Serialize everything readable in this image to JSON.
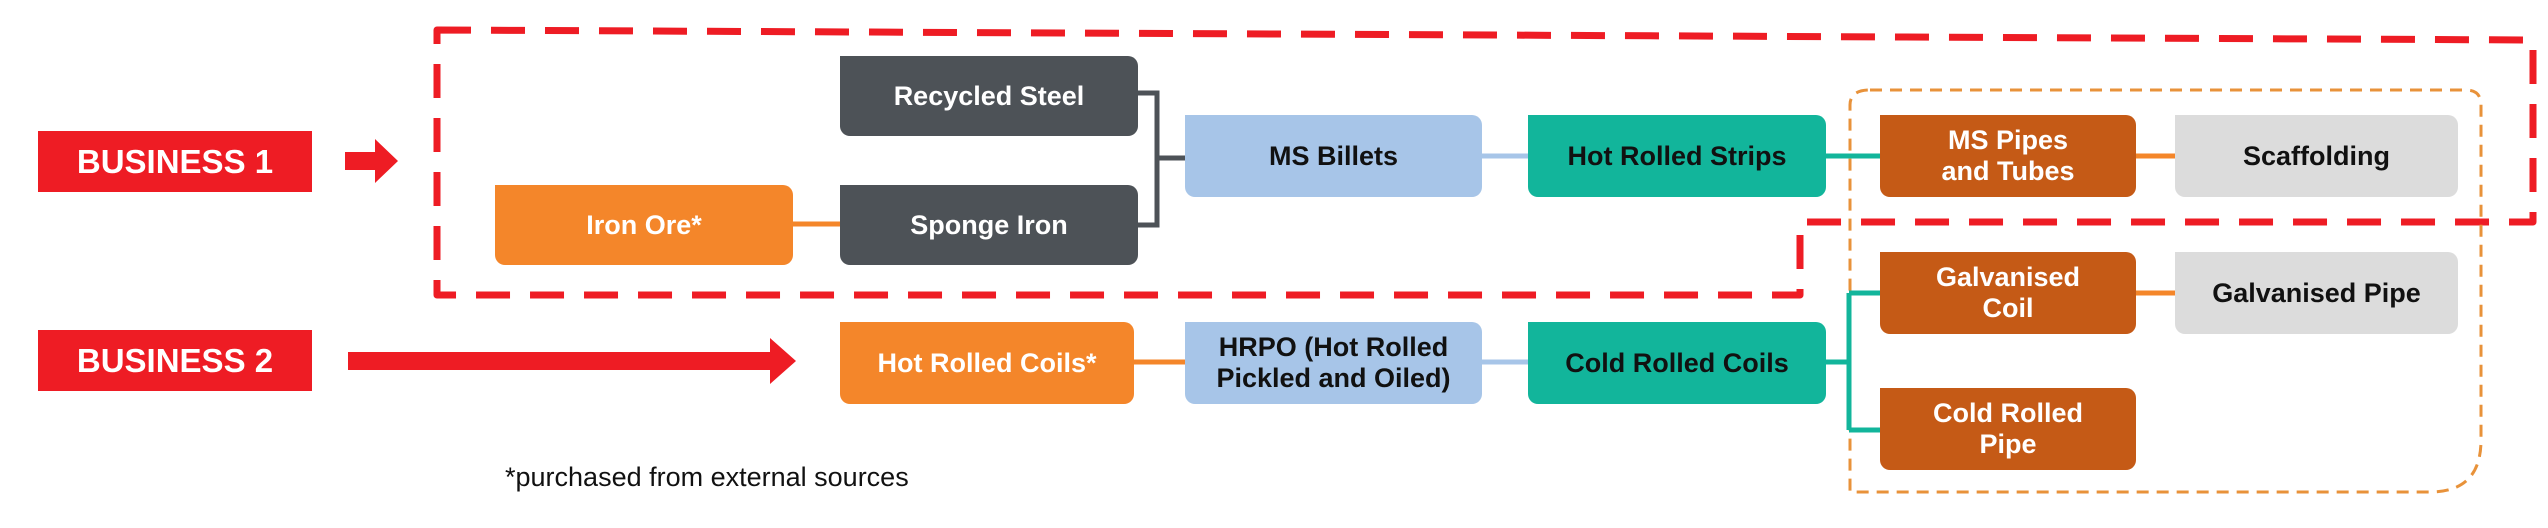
{
  "businesses": [
    {
      "label": "BUSINESS 1"
    },
    {
      "label": "BUSINESS 2"
    }
  ],
  "nodes": {
    "recycled_steel": "Recycled Steel",
    "iron_ore": "Iron Ore*",
    "sponge_iron": "Sponge Iron",
    "ms_billets": "MS Billets",
    "hot_rolled_strips": "Hot Rolled Strips",
    "ms_pipes": "MS Pipes\nand Tubes",
    "scaffolding": "Scaffolding",
    "hot_rolled_coils": "Hot Rolled Coils*",
    "hrpo": "HRPO (Hot Rolled\nPickled and Oiled)",
    "cold_rolled_coils": "Cold Rolled Coils",
    "galvanised_coil": "Galvanised\nCoil",
    "galvanised_pipe": "Galvanised Pipe",
    "cold_rolled_pipe": "Cold Rolled\nPipe"
  },
  "footnote": "*purchased from external sources",
  "colors": {
    "red": "#ee1c24",
    "dark": "#4d5257",
    "orange": "#f4862a",
    "blue": "#a7c5e8",
    "teal": "#12b59b",
    "rust": "#c55a16",
    "grey": "#dcdcdc",
    "dashed_orange": "#e8923a"
  }
}
